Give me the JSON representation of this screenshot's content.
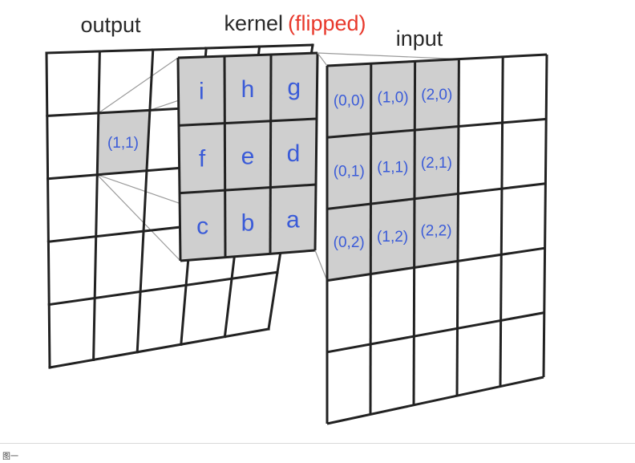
{
  "title": {
    "output": "output",
    "kernel": "kernel",
    "flipped": "(flipped)",
    "input": "input"
  },
  "colors": {
    "grid_line": "#222222",
    "shaded": "#cfcfcf",
    "text_blue": "#3a5bd8",
    "text_red": "#e8392c",
    "label_dark": "#2a2a2a",
    "connector": "#9a9a9a"
  },
  "output": {
    "rows": 5,
    "cols": 5,
    "highlight": {
      "row": 1,
      "col": 1,
      "label": "(1,1)"
    }
  },
  "kernel": {
    "rows": 3,
    "cols": 3,
    "cells": [
      [
        "i",
        "h",
        "g"
      ],
      [
        "f",
        "e",
        "d"
      ],
      [
        "c",
        "b",
        "a"
      ]
    ]
  },
  "input": {
    "rows": 5,
    "cols": 5,
    "highlight_rows": 3,
    "highlight_cols": 3,
    "cells": [
      [
        "(0,0)",
        "(1,0)",
        "(2,0)"
      ],
      [
        "(0,1)",
        "(1,1)",
        "(2,1)"
      ],
      [
        "(0,2)",
        "(1,2)",
        "(2,2)"
      ]
    ]
  },
  "caption": "图一"
}
